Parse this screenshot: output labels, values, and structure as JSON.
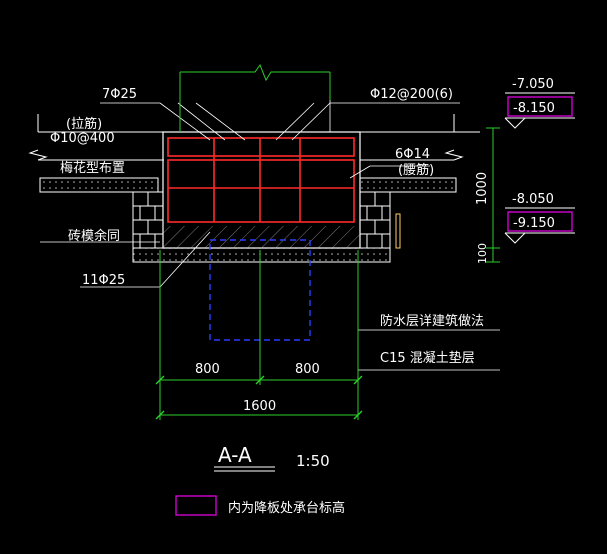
{
  "colors": {
    "background": "#000000",
    "line": "#ffffff",
    "rebar": "#ff2a2a",
    "dimension": "#2ccf2c",
    "pile": "#2a3cff",
    "highlight_box": "#d000d0",
    "marker": "#ffcc66"
  },
  "rebar_labels": {
    "top_left": "7Φ25",
    "top_right": "Φ12@200(6)",
    "left_1": "(拉筋)",
    "left_2": "Φ10@400",
    "left_3": "梅花型布置",
    "right_1": "6Φ14",
    "right_2": "(腰筋)",
    "left_4": "砖模余同",
    "bottom": "11Φ25"
  },
  "elevations": {
    "top_main": "-7.050",
    "top_boxed": "-8.150",
    "bottom_main": "-8.050",
    "bottom_boxed": "-9.150"
  },
  "dimensions": {
    "height_total": "1000",
    "height_bottom": "100",
    "width_left": "800",
    "width_right": "800",
    "width_total": "1600"
  },
  "notes": {
    "waterproof": "防水层详建筑做法",
    "cushion": "C15 混凝土垫层"
  },
  "section": {
    "name": "A-A",
    "scale": "1:50"
  },
  "legend": {
    "text": "内为降板处承台标高"
  }
}
